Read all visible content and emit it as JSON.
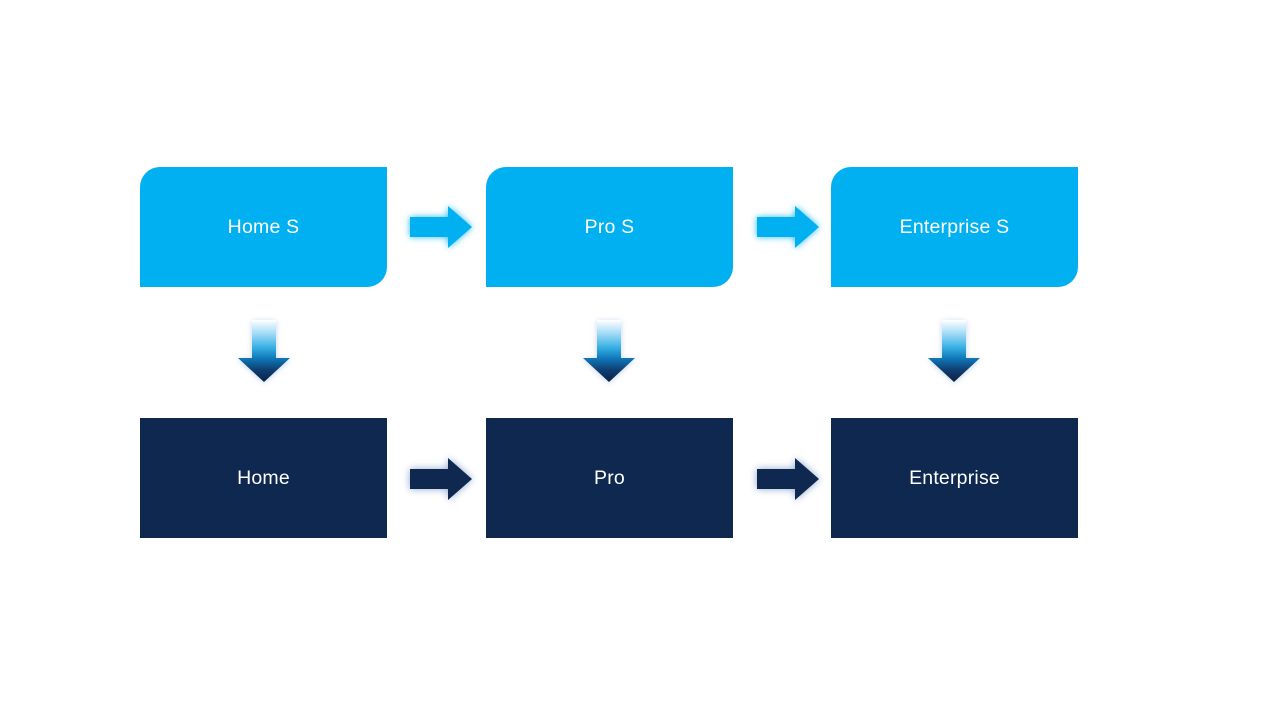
{
  "diagram": {
    "type": "flow-diagram",
    "background_color": "#ffffff",
    "colors": {
      "top_box_fill": "#00b0f0",
      "bottom_box_fill": "#0e2850",
      "box_text": "#ffffff",
      "right_arrow_top_fill": "#00b0f0",
      "right_arrow_bottom_fill": "#0e2850",
      "down_arrow_gradient": [
        "#ffffff",
        "#aadef8",
        "#35aee3",
        "#0f77b8",
        "#0f3f74",
        "#0a2142"
      ]
    },
    "columns": [
      {
        "top": {
          "label": "Home S"
        },
        "bottom": {
          "label": "Home"
        }
      },
      {
        "top": {
          "label": "Pro S"
        },
        "bottom": {
          "label": "Pro"
        }
      },
      {
        "top": {
          "label": "Enterprise S"
        },
        "bottom": {
          "label": "Enterprise"
        }
      }
    ],
    "connectors": {
      "top_row_right_arrows": [
        "Home S → Pro S",
        "Pro S → Enterprise S"
      ],
      "bottom_row_right_arrows": [
        "Home → Pro",
        "Pro → Enterprise"
      ],
      "down_arrows": [
        "Home S ↓ Home",
        "Pro S ↓ Pro",
        "Enterprise S ↓ Enterprise"
      ]
    },
    "icons": {
      "right_arrow": "block-right-arrow",
      "down_arrow": "block-down-arrow"
    }
  }
}
